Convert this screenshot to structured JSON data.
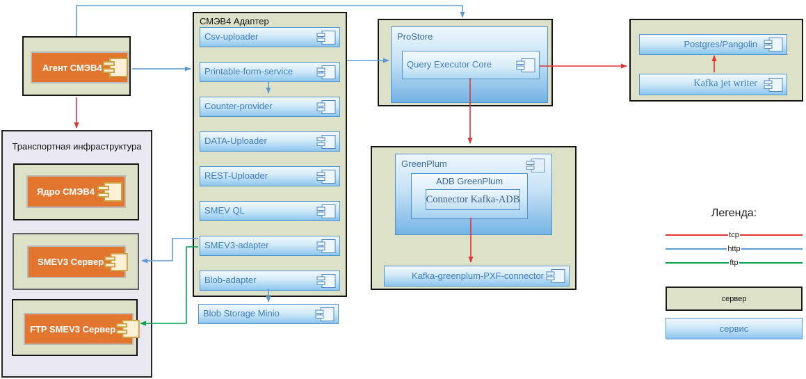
{
  "agent": {
    "label": "Агент СМЭВ4"
  },
  "transport": {
    "title": "Транспортная инфраструктура",
    "servers": [
      {
        "label": "Ядро СМЭВ4"
      },
      {
        "label": "SMEV3 Сервер"
      },
      {
        "label": "FTP SMEV3 Сервер"
      }
    ]
  },
  "adapter": {
    "title": "СМЭВ4 Адаптер",
    "components": [
      {
        "label": "Csv-uploader"
      },
      {
        "label": "Printable-form-service"
      },
      {
        "label": "Counter-provider"
      },
      {
        "label": "DATA-Uploader"
      },
      {
        "label": "REST-Uploader"
      },
      {
        "label": "SMEV QL"
      },
      {
        "label": "SMEV3-adapter"
      },
      {
        "label": "Blob-adapter"
      }
    ]
  },
  "blob_storage": {
    "label": "Blob Storage Minio"
  },
  "prostore": {
    "title": "ProStore",
    "core": {
      "label": "Query Executor Core"
    }
  },
  "greenplum": {
    "title": "GreenPlum",
    "adb": {
      "title": "ADB GreenPlum",
      "connector": {
        "label": "Connector Kafka-ADB"
      }
    },
    "pxf": {
      "label": "Kafka-greenplum-PXF-connector"
    }
  },
  "storage_cluster": {
    "components": [
      {
        "label": "Postgres/Pangolin"
      },
      {
        "label": "Kafka jet writer"
      }
    ]
  },
  "legend": {
    "title": "Легенда:",
    "protocols": [
      {
        "label": "tcp",
        "color": "#e03333"
      },
      {
        "label": "http",
        "color": "#5b9bd5"
      },
      {
        "label": "ftp",
        "color": "#00a44f"
      }
    ],
    "node_types": [
      {
        "label": "сервер",
        "type": "server"
      },
      {
        "label": "сервис",
        "type": "service"
      }
    ]
  },
  "edges": [
    {
      "from": "Агент СМЭВ4",
      "to": "ProStore",
      "protocol": "http"
    },
    {
      "from": "Агент СМЭВ4",
      "to": "СМЭВ4 Адаптер",
      "protocol": "http"
    },
    {
      "from": "Агент СМЭВ4",
      "to": "Транспортная инфраструктура",
      "protocol": "tcp"
    },
    {
      "from": "Printable-form-service",
      "to": "Counter-provider",
      "protocol": "http"
    },
    {
      "from": "СМЭВ4 Адаптер",
      "to": "ProStore",
      "protocol": "http"
    },
    {
      "from": "SMEV3-adapter",
      "to": "SMEV3 Сервер",
      "protocol": "http"
    },
    {
      "from": "SMEV3-adapter",
      "to": "FTP SMEV3 Сервер",
      "protocol": "ftp"
    },
    {
      "from": "Blob-adapter",
      "to": "Blob Storage Minio",
      "protocol": "http"
    },
    {
      "from": "Query Executor Core",
      "to": "Postgres/Pangolin",
      "protocol": "tcp"
    },
    {
      "from": "Query Executor Core",
      "to": "GreenPlum",
      "protocol": "tcp"
    },
    {
      "from": "ADB GreenPlum",
      "to": "Kafka-greenplum-PXF-connector",
      "protocol": "tcp"
    },
    {
      "from": "Kafka jet writer",
      "to": "Postgres/Pangolin",
      "protocol": "tcp"
    }
  ],
  "icons": {
    "component": "uml-component-icon"
  },
  "colors": {
    "server_fill": "#dce1c8",
    "transport_fill": "#eae8f1",
    "orange_fill": "#e2762f",
    "service_border": "#4f94cd",
    "service_text": "#3d7ebd",
    "tcp": "#e03333",
    "http": "#5b9bd5",
    "ftp": "#00a44f"
  }
}
